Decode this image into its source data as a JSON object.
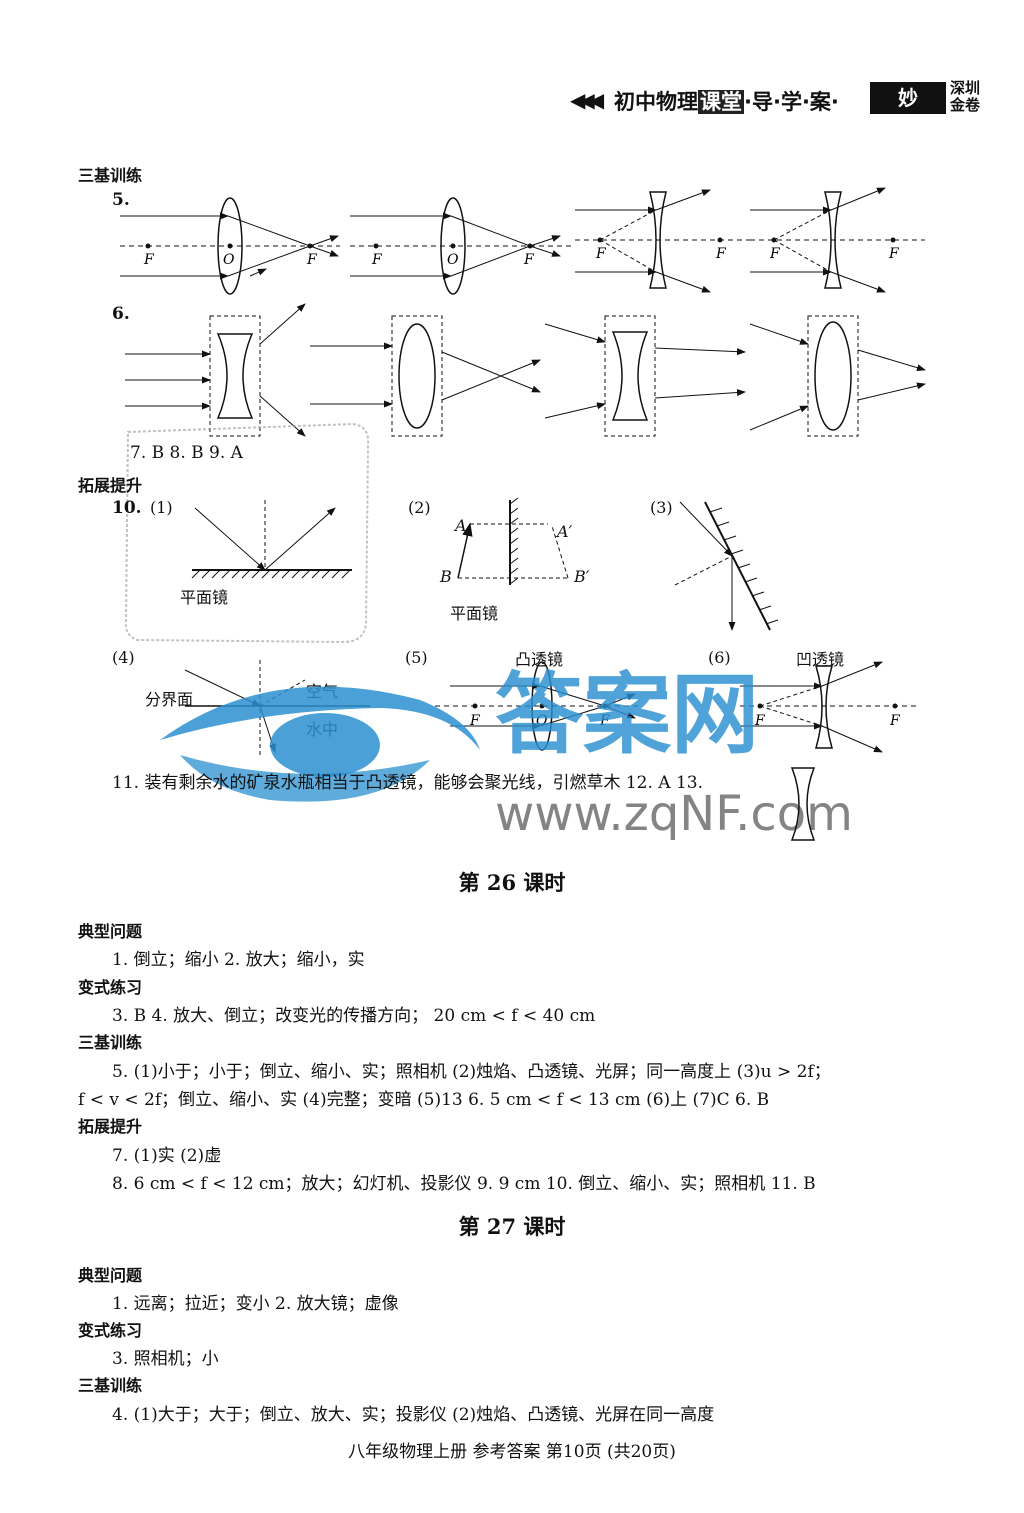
{
  "header": {
    "arrows": "◀◀◀",
    "title_pre": "初中物理",
    "title_hl": "课堂",
    "title_post": "·导·学·案·",
    "logo": "妙",
    "brand_line1": "深圳",
    "brand_line2": "金卷"
  },
  "s1": {
    "title": "三基训练",
    "q5": "5.",
    "q6": "6.",
    "q789": "7. B   8. B   9. A",
    "lbl_F": "F",
    "lbl_O": "O"
  },
  "s2": {
    "title": "拓展提升",
    "q10": "10.",
    "p1": "(1)",
    "p2": "(2)",
    "p3": "(3)",
    "p4": "(4)",
    "p5": "(5)",
    "p6": "(6)",
    "mirror1": "平面镜",
    "mirror2": "平面镜",
    "A": "A",
    "A2": "A′",
    "B": "B",
    "B2": "B′",
    "boundary": "分界面",
    "air": "空气",
    "water": "水中",
    "convex": "凸透镜",
    "concave": "凹透镜",
    "q11": "11. 装有剩余水的矿泉水瓶相当于凸透镜，能够会聚光线，引燃草木   12. A   13."
  },
  "watermark": {
    "chars": "答案网",
    "url": "www.zqNF.com"
  },
  "lesson26": {
    "heading": "第 26 课时",
    "h_typical": "典型问题",
    "l1": "1. 倒立；缩小   2. 放大；缩小，实",
    "h_variant": "变式练习",
    "l2": "3. B   4. 放大、倒立；改变光的传播方向；   20 cm < f < 40 cm",
    "h_basic": "三基训练",
    "l3": "5. (1)小于；小于；倒立、缩小、实；照相机   (2)烛焰、凸透镜、光屏；同一高度上   (3)u > 2f；",
    "l4": "f < v < 2f；倒立、缩小、实   (4)完整；变暗   (5)13   6. 5 cm < f < 13 cm   (6)上   (7)C   6. B",
    "h_ext": "拓展提升",
    "l5": "7. (1)实   (2)虚",
    "l6": "8. 6 cm < f < 12 cm；放大；幻灯机、投影仪   9. 9 cm   10. 倒立、缩小、实；照相机   11. B"
  },
  "lesson27": {
    "heading": "第 27 课时",
    "h_typical": "典型问题",
    "l1": "1. 远离；拉近；变小   2. 放大镜；虚像",
    "h_variant": "变式练习",
    "l2": "3. 照相机；小",
    "h_basic": "三基训练",
    "l3": "4. (1)大于；大于；倒立、放大、实；投影仪   (2)烛焰、凸透镜、光屏在同一高度"
  },
  "footer": "八年级物理上册   参考答案   第10页   (共20页)"
}
